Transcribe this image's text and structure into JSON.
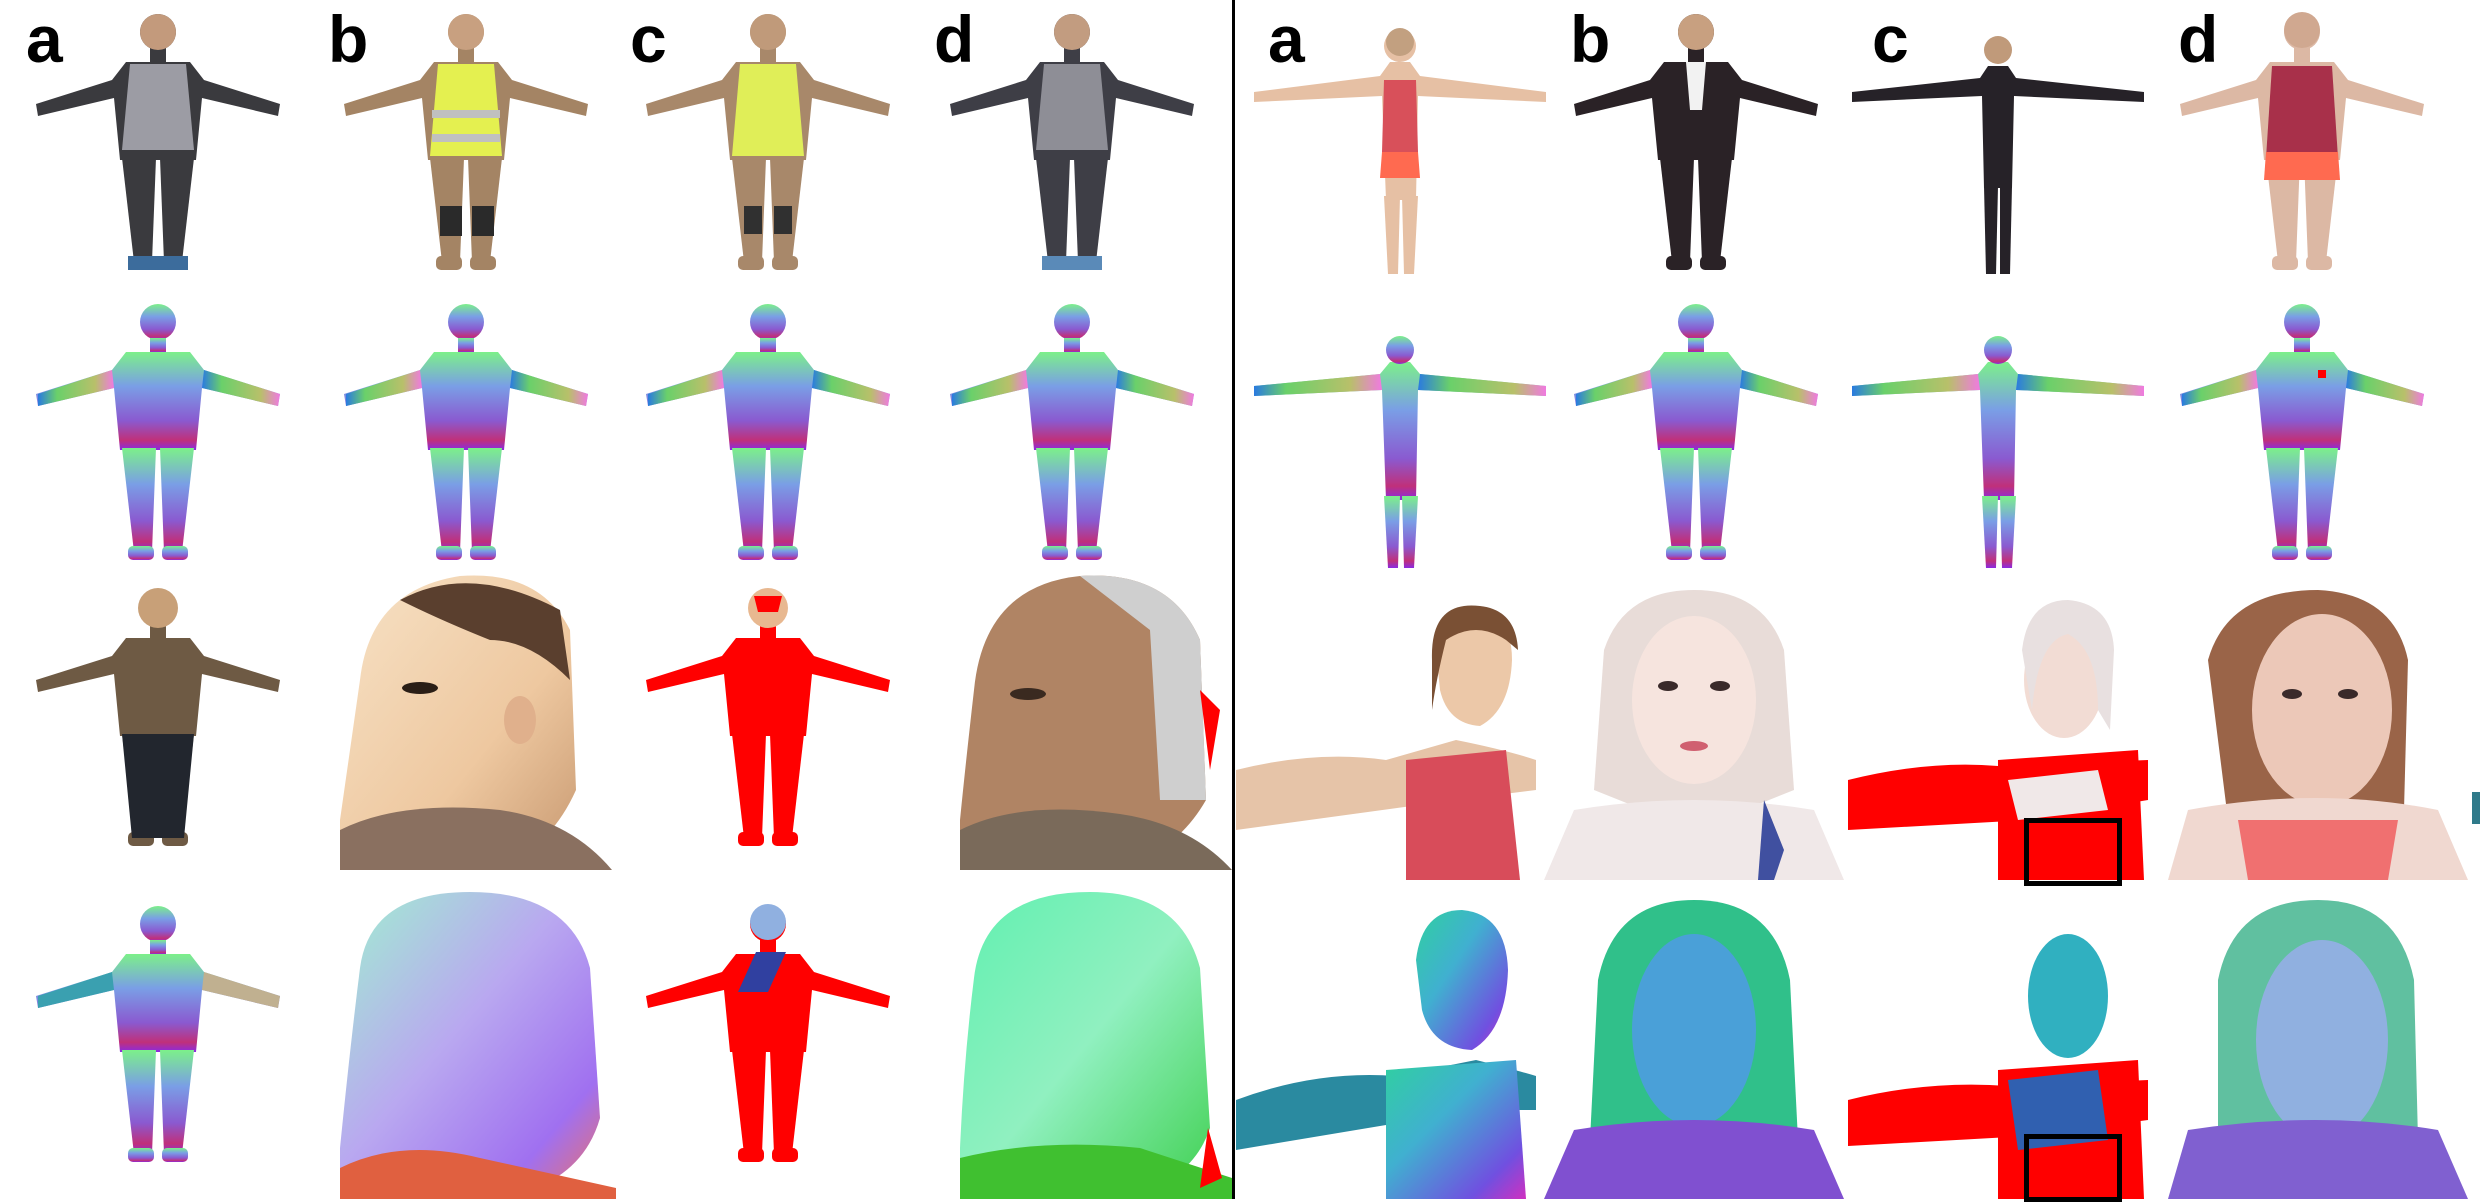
{
  "figure": {
    "left_panel": {
      "column_labels": [
        "a",
        "b",
        "c",
        "d"
      ]
    },
    "right_panel": {
      "column_labels": [
        "a",
        "b",
        "c",
        "d"
      ]
    },
    "colors": {
      "background": "#ffffff",
      "divider": "#000000",
      "error_red": "#ff0000"
    }
  }
}
